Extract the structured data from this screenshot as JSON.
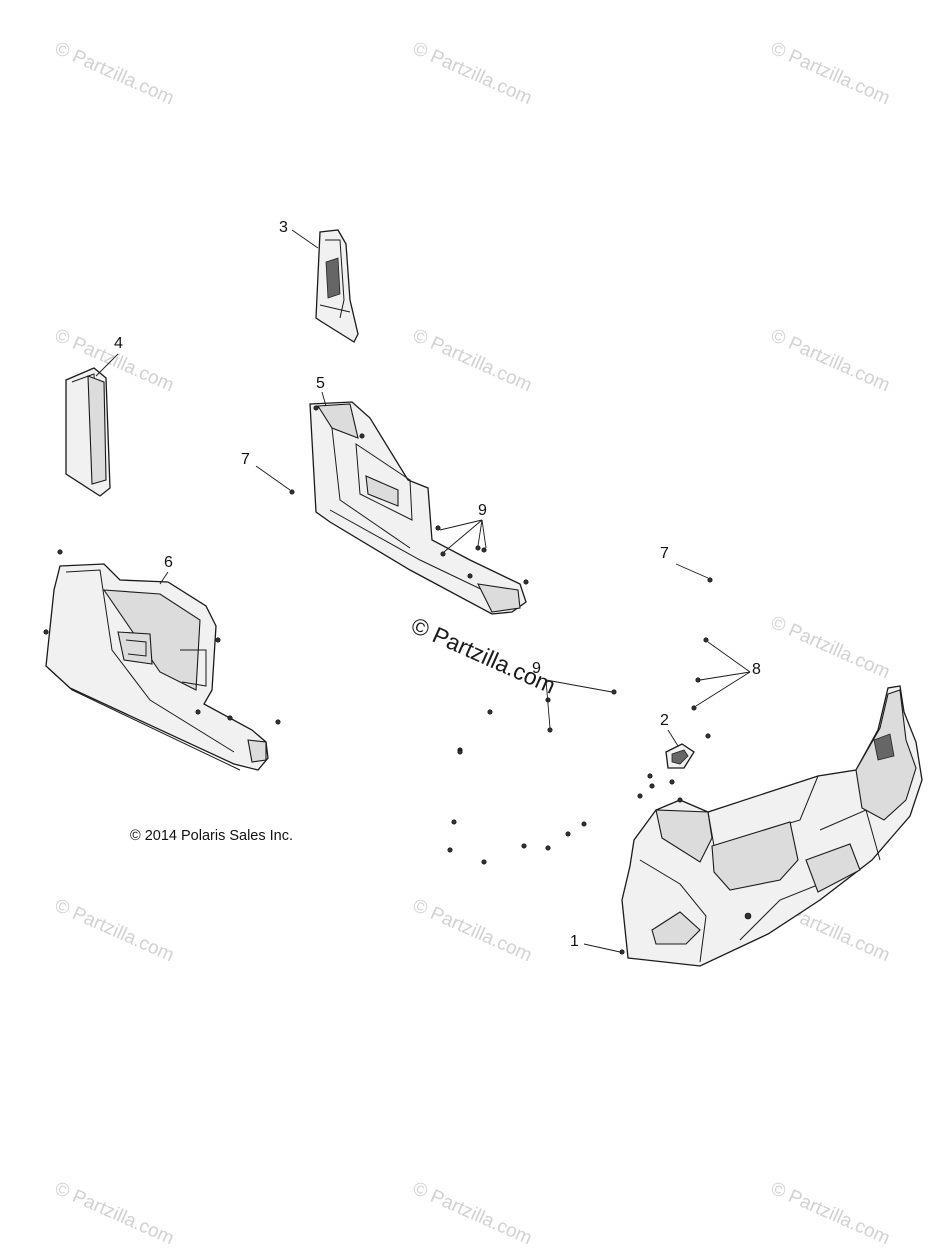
{
  "watermark_text": "© Partzilla.com",
  "center_watermark_text": "© Partzilla.com",
  "copyright_text": "© 2014 Polaris Sales Inc.",
  "callouts": {
    "c1": "1",
    "c2": "2",
    "c3": "3",
    "c4": "4",
    "c5": "5",
    "c6": "6",
    "c7a": "7",
    "c7b": "7",
    "c8": "8",
    "c9a": "9",
    "c9b": "9"
  }
}
